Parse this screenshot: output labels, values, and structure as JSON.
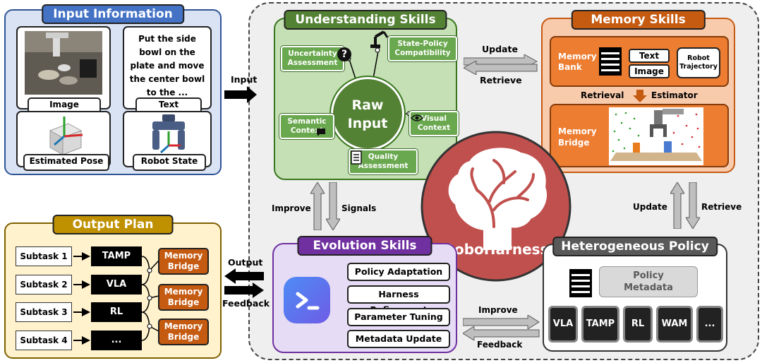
{
  "input_info": {
    "title": "Input Information",
    "image_caption": "Image",
    "text_caption": "Text",
    "text_content": "Put the side bowl on the plate and move the center bowl to the ...",
    "pose_caption": "Estimated Pose",
    "robot_caption": "Robot State"
  },
  "output_plan": {
    "title": "Output Plan",
    "subtasks": [
      "Subtask 1",
      "Subtask 2",
      "Subtask 3",
      "Subtask 4"
    ],
    "methods": [
      "TAMP",
      "VLA",
      "RL",
      "..."
    ],
    "bridge_label_1": "Memory",
    "bridge_label_2": "Bridge"
  },
  "flow": {
    "input": "Input",
    "output": "Output",
    "feedback": "Feedback",
    "update": "Update",
    "retrieve": "Retrieve",
    "improve": "Improve",
    "signals": "Signals",
    "update_right": "Update",
    "retrieve_right": "Retrieve",
    "improve_bottom": "Improve",
    "feedback_bottom": "Feedback"
  },
  "understanding": {
    "title": "Understanding Skills",
    "center_1": "Raw",
    "center_2": "Input",
    "uncertainty_1": "Uncertainty",
    "uncertainty_2": "Assessment",
    "state_policy_1": "State-Policy",
    "state_policy_2": "Compatibility",
    "semantic_1": "Semantic",
    "semantic_2": "Context",
    "visual_1": "Visual",
    "visual_2": "Context",
    "quality_1": "Quality",
    "quality_2": "Assessment"
  },
  "memory": {
    "title": "Memory Skills",
    "bank_1": "Memory",
    "bank_2": "Bank",
    "text_chip": "Text",
    "image_chip": "Image",
    "traj_1": "Robot",
    "traj_2": "Trajectory",
    "retrieval": "Retrieval",
    "estimator": "Estimator",
    "bridge_1": "Memory",
    "bridge_2": "Bridge"
  },
  "center_brand": "RoboHarness",
  "evolution": {
    "title": "Evolution Skills",
    "items": [
      "Policy Adaptation",
      "Harness Refinement",
      "Parameter Tuning",
      "Metadata Update"
    ]
  },
  "policy": {
    "title": "Heterogeneous Policy",
    "meta_1": "Policy",
    "meta_2": "Metadata",
    "keys": [
      "VLA",
      "TAMP",
      "RL",
      "WAM",
      "..."
    ]
  }
}
